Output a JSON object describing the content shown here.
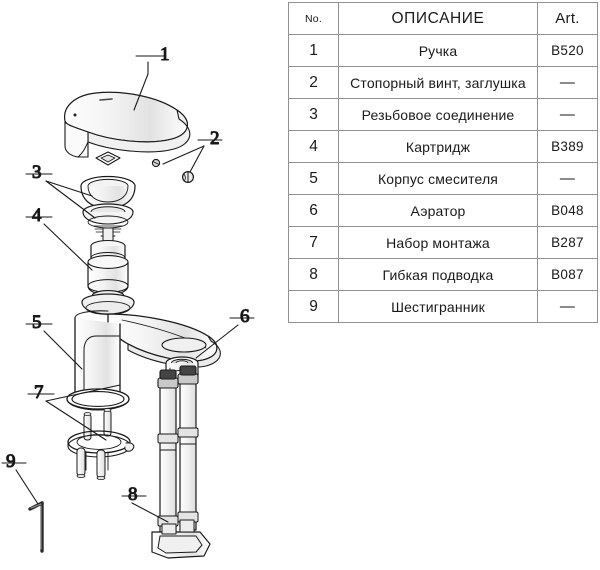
{
  "table": {
    "headers": {
      "no": "No.",
      "description": "ОПИСАНИЕ",
      "art": "Art."
    },
    "rows": [
      {
        "no": "1",
        "description": "Ручка",
        "art": "B520"
      },
      {
        "no": "2",
        "description": "Стопорный винт, заглушка",
        "art": "—"
      },
      {
        "no": "3",
        "description": "Резьбовое соединение",
        "art": "—"
      },
      {
        "no": "4",
        "description": "Картридж",
        "art": "B389"
      },
      {
        "no": "5",
        "description": "Корпус смесителя",
        "art": "—"
      },
      {
        "no": "6",
        "description": "Аэратор",
        "art": "B048"
      },
      {
        "no": "7",
        "description": "Набор монтажа",
        "art": "B287"
      },
      {
        "no": "8",
        "description": "Гибкая подводка",
        "art": "B087"
      },
      {
        "no": "9",
        "description": "Шестигранник",
        "art": "—"
      }
    ]
  },
  "diagram": {
    "callouts": [
      {
        "id": "1",
        "label": "1",
        "part": "handle"
      },
      {
        "id": "2",
        "label": "2",
        "part": "set-screw-and-cap"
      },
      {
        "id": "3",
        "label": "3",
        "part": "threaded-joint"
      },
      {
        "id": "4",
        "label": "4",
        "part": "cartridge"
      },
      {
        "id": "5",
        "label": "5",
        "part": "mixer-body"
      },
      {
        "id": "6",
        "label": "6",
        "part": "aerator"
      },
      {
        "id": "7",
        "label": "7",
        "part": "mounting-kit"
      },
      {
        "id": "8",
        "label": "8",
        "part": "flexible-hose"
      },
      {
        "id": "9",
        "label": "9",
        "part": "hex-key"
      }
    ]
  },
  "colors": {
    "line": "#1a1a1a",
    "table_border": "#8f9194",
    "background": "#ffffff",
    "shade": "#e9e9e9"
  }
}
